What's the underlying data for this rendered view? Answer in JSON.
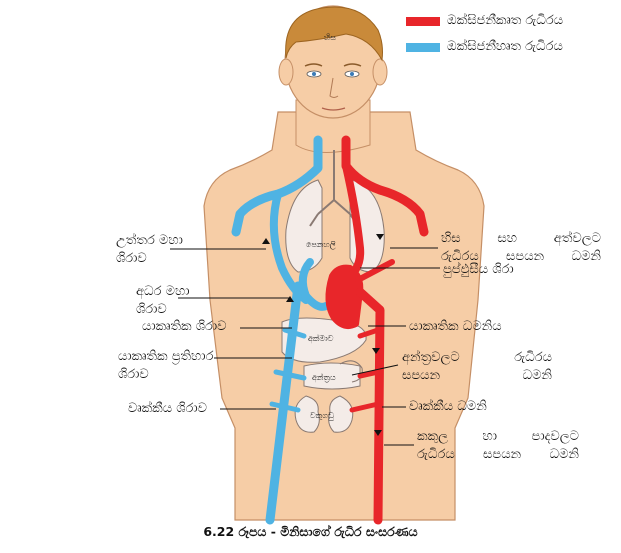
{
  "legend": [
    {
      "label": "ඔක්සිජනීකෘත රුධිරය",
      "color": "#e8262a"
    },
    {
      "label": "ඔක්සිජනීහෘත රුධිරය",
      "color": "#4fb3e3"
    }
  ],
  "organs": {
    "head": "හිස",
    "lungs": "පෙනහලි",
    "liver": "අක්මාව",
    "intestine": "අන්ත්‍රය",
    "kidneys": "වකුගඩු"
  },
  "labels_left": [
    {
      "line1": "උත්තර මහා",
      "line2": "ශිරාව"
    },
    {
      "line1": "අධර මහා",
      "line2": "ශිරාව"
    },
    {
      "line1": "යාකෘතික ශිරාව",
      "line2": ""
    },
    {
      "line1": "යාකෘතික ප්‍රතිහාර",
      "line2": "ශිරාව"
    },
    {
      "line1": "වෘක්කීය ශිරාව",
      "line2": ""
    }
  ],
  "labels_right": [
    {
      "line1": "හිස සහ අත්වලට",
      "line2": "රුධිරය සපයන ධමනි"
    },
    {
      "line1": "පුප්ඵුසීය ශිරා",
      "line2": ""
    },
    {
      "line1": "යාකෘතික ධමනිය",
      "line2": ""
    },
    {
      "line1": "අන්ත්‍රවලට රුධිරය",
      "line2": "සපයන ධමනි"
    },
    {
      "line1": "වෘක්කීය ධමනි",
      "line2": ""
    },
    {
      "line1": "කකුල හා පාදවලට",
      "line2": "රුධිරය සපයන ධමනි"
    }
  ],
  "caption": "6.22 රූපය - මිනිසාගේ රුධිර සංසරණය",
  "colors": {
    "skin": "#f6cda6",
    "skin_line": "#c58f66",
    "hair": "#c98a3a",
    "oxygenated": "#e8262a",
    "deoxygenated": "#4fb3e3",
    "organ_fill": "#f4ece8",
    "organ_line": "#8a7a73"
  }
}
